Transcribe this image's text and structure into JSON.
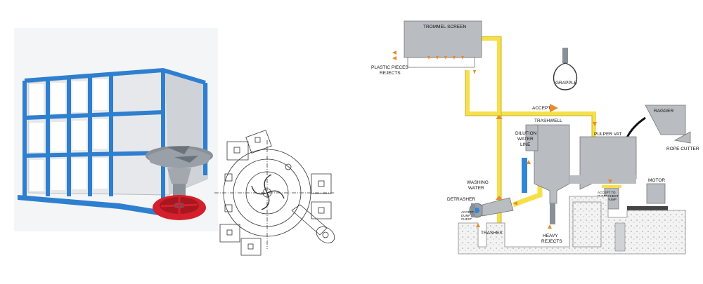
{
  "schematic": {
    "labels": {
      "trommel_screen": "TROMMEL SCREEN",
      "plastic_rejects_1": "PLASTIC PIECES",
      "plastic_rejects_2": "REJECTS",
      "grapple": "GRAPPLE",
      "accept": "ACCEPT",
      "ragger": "RAGGER",
      "trashwell": "TRASHWELL",
      "pulper_vat": "PULPER VAT",
      "rope_cutter": "ROPE CUTTER",
      "dilution_1": "DILUTION",
      "dilution_2": "WATER",
      "dilution_3": "LINE",
      "washing_1": "WASHING",
      "washing_2": "WATER",
      "detrasher": "DETRASHER",
      "accept_dump_1": "ACCEPT",
      "accept_dump_2": "DUMP",
      "accept_dump_3": "CHEST",
      "motor": "MOTOR",
      "accept_to_1": "ACCEPT TO",
      "accept_to_2": "DUMP CHEST",
      "accept_to_3": "THRU PUMP",
      "trashes": "TRASHES",
      "heavy_1": "HEAVY",
      "heavy_2": "REJECTS"
    }
  },
  "colors": {
    "machine_blue": "#2e7fd0",
    "vat_white": "#e9ebee",
    "rotor_gray": "#8a9097",
    "wheel_red": "#d4202c",
    "pipe_yellow": "#f5e04a",
    "dilution_blue": "#2f86d6",
    "equipment_gray": "#b9bcc0",
    "arrow_orange": "#e88a2e"
  }
}
